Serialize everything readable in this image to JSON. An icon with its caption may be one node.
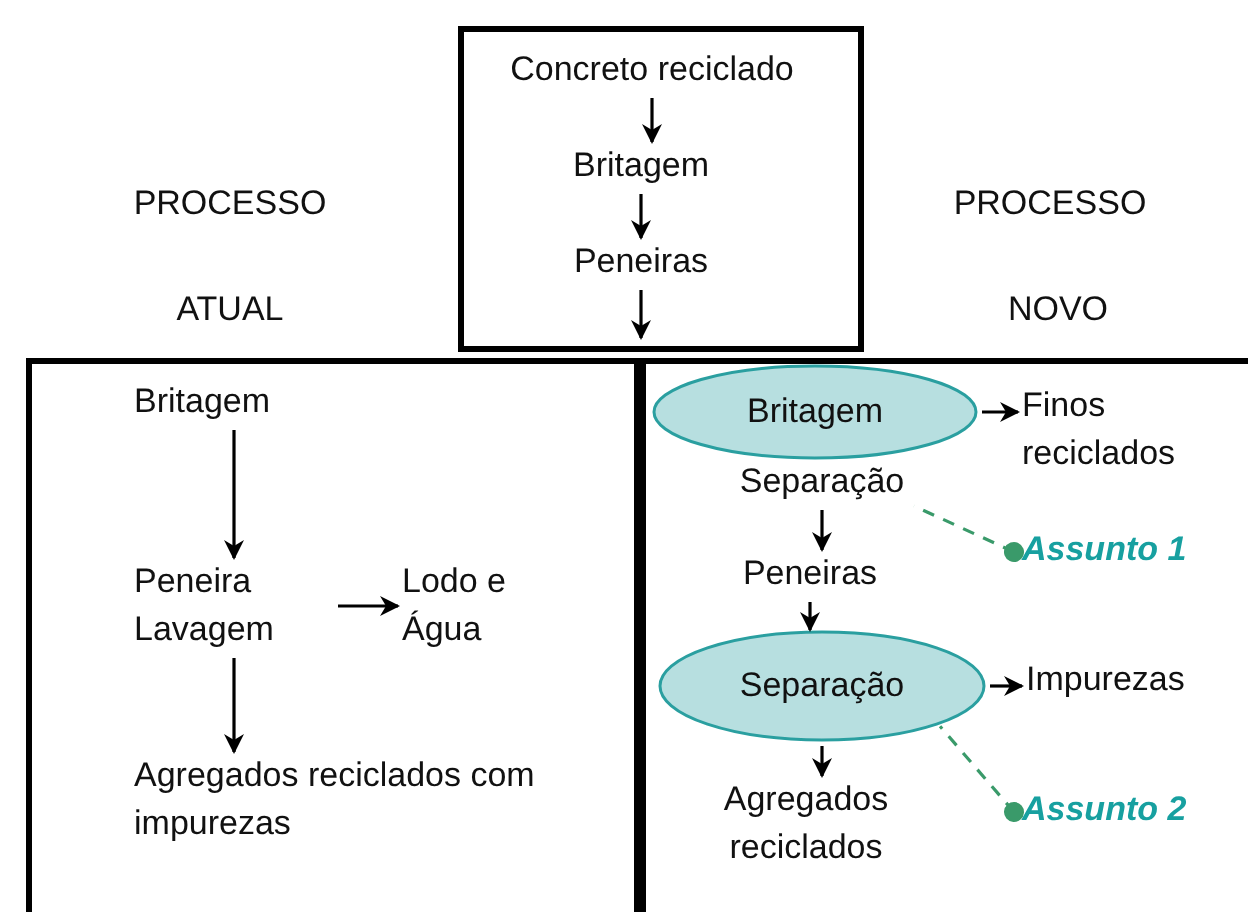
{
  "diagram": {
    "nodes": [
      {
        "text": [],
        "shape": "box"
      },
      {
        "text": [
          "Concreto reciclado"
        ],
        "in": 0
      },
      {
        "text": [
          "Britagem"
        ],
        "in": 0
      },
      {
        "text": [
          "Peneiras"
        ],
        "in": 0
      },
      {
        "text": [],
        "shape": "box"
      },
      {
        "text": [
          "Britagem"
        ],
        "in": 4
      },
      {
        "text": [
          "Peneira Lavagem"
        ],
        "in": 4
      },
      {
        "text": [
          "Lodo e Água"
        ],
        "in": 4
      },
      {
        "text": [
          "Agregados reciclados com impurezas"
        ],
        "in": 4
      },
      {
        "text": [],
        "shape": "box"
      },
      {
        "text": [
          "Britagem"
        ],
        "in": 9
      },
      {
        "text": [
          "Separação"
        ],
        "in": 9
      },
      {
        "text": [
          "Finos reciclados"
        ],
        "in": 9
      },
      {
        "text": [
          "Peneiras"
        ],
        "in": 9
      },
      {
        "text": [
          "Separação"
        ],
        "in": 9
      },
      {
        "text": [
          "Impurezas"
        ],
        "in": 9
      },
      {
        "text": [
          "Agregados reciclados"
        ],
        "in": 9
      },
      {
        "text": [
          "Assunto 1"
        ],
        "in": 9
      },
      {
        "text": [
          "Assunto 2"
        ],
        "in": 9
      }
    ],
    "edges": [
      {
        "from": 1,
        "to": 2,
        "arrow": "to"
      },
      {
        "from": 2,
        "to": 3,
        "arrow": "to"
      },
      {
        "from": 3,
        "to": null,
        "arrow": "to"
      },
      {
        "from": 5,
        "to": 6,
        "arrow": "to"
      },
      {
        "from": 6,
        "to": 7,
        "arrow": "to"
      },
      {
        "from": 6,
        "to": 8,
        "arrow": "to"
      },
      {
        "from": 10,
        "to": 12,
        "arrow": "to"
      },
      {
        "from": 11,
        "to": 13,
        "arrow": "to"
      },
      {
        "from": 13,
        "to": 14,
        "arrow": "to"
      },
      {
        "from": 14,
        "to": 15,
        "arrow": "to"
      },
      {
        "from": 14,
        "to": 16,
        "arrow": "to"
      },
      {
        "from": 17,
        "to": 11,
        "arrow": "other",
        "style": "dashed",
        "color": "#3a9a6a"
      },
      {
        "from": 18,
        "to": 14,
        "arrow": "other",
        "style": "dashed",
        "color": "#3a9a6a"
      }
    ],
    "labels": [
      "PROCESSO",
      "ATUAL",
      "PROCESSO",
      "NOVO"
    ]
  }
}
